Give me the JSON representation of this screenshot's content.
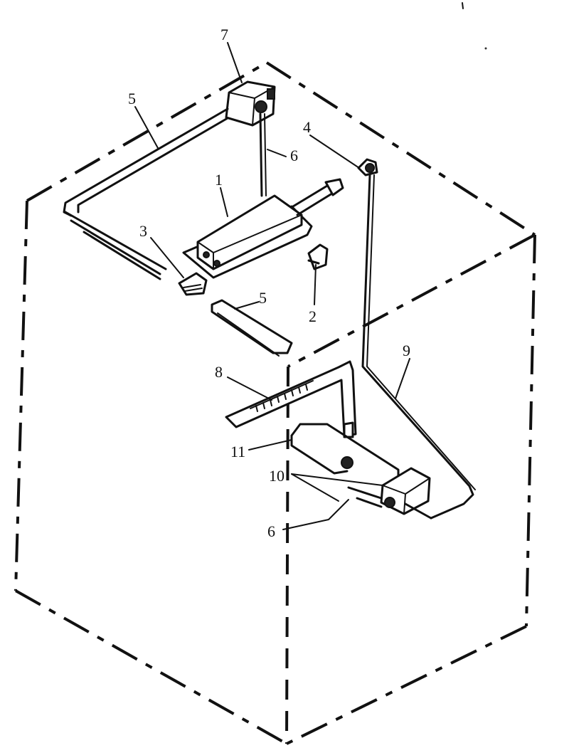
{
  "labels": {
    "l1": "1",
    "l2": "2",
    "l3": "3",
    "l4": "4",
    "l5a": "5",
    "l5b": "5",
    "l6a": "6",
    "l6b": "6",
    "l7": "7",
    "l8": "8",
    "l9": "9",
    "l10": "10",
    "l11": "11"
  }
}
